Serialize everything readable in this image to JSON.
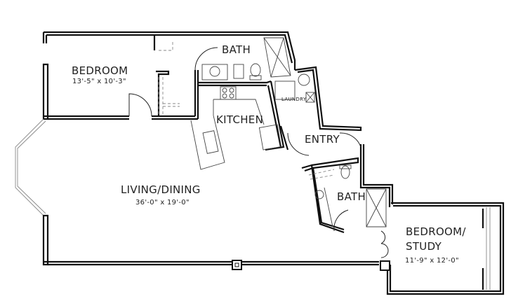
{
  "floorplan": {
    "rooms": [
      {
        "name": "BEDROOM",
        "dims": "13'-5\" x 10'-3\""
      },
      {
        "name": "BATH"
      },
      {
        "name": "KITCHEN"
      },
      {
        "name": "LAUNDRY"
      },
      {
        "name": "ENTRY"
      },
      {
        "name": "LIVING/DINING",
        "dims": "36'-0\" x 19'-0\""
      },
      {
        "name": "BATH"
      },
      {
        "name": "BEDROOM/",
        "name2": "STUDY",
        "dims": "11'-9\" x 12'-0\""
      }
    ]
  }
}
